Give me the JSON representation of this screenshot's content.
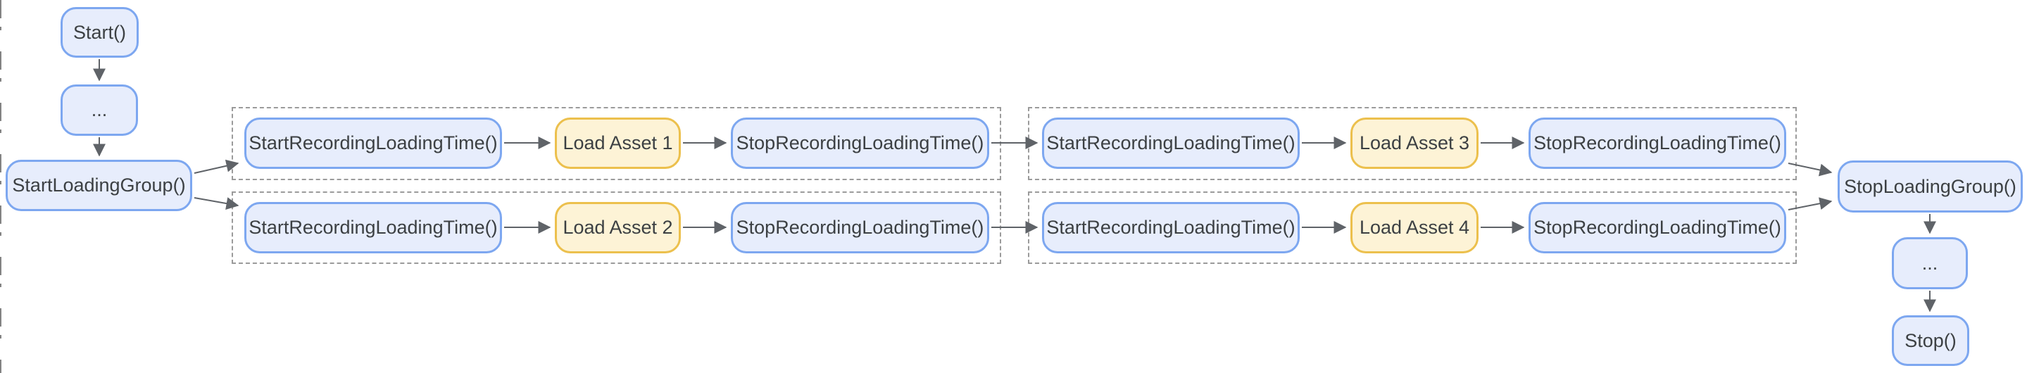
{
  "diagram_type": "asset-loading-flowchart",
  "colors": {
    "node_fill": "#e7edfc",
    "node_border": "#7da7f0",
    "asset_fill": "#fdf3d6",
    "asset_border": "#ecc04d",
    "group_border": "#9b9b9b",
    "arrow": "#5f6368",
    "text": "#3c4043"
  },
  "nodes": {
    "start": {
      "label": "Start()"
    },
    "ellipsis_top": {
      "label": "..."
    },
    "start_loading_group": {
      "label": "StartLoadingGroup()"
    },
    "g1r1_start": {
      "label": "StartRecordingLoadingTime()"
    },
    "g1r1_load": {
      "label": "Load Asset 1"
    },
    "g1r1_stop": {
      "label": "StopRecordingLoadingTime()"
    },
    "g1r2_start": {
      "label": "StartRecordingLoadingTime()"
    },
    "g1r2_load": {
      "label": "Load Asset 2"
    },
    "g1r2_stop": {
      "label": "StopRecordingLoadingTime()"
    },
    "g2r1_start": {
      "label": "StartRecordingLoadingTime()"
    },
    "g2r1_load": {
      "label": "Load Asset 3"
    },
    "g2r1_stop": {
      "label": "StopRecordingLoadingTime()"
    },
    "g2r2_start": {
      "label": "StartRecordingLoadingTime()"
    },
    "g2r2_load": {
      "label": "Load Asset 4"
    },
    "g2r2_stop": {
      "label": "StopRecordingLoadingTime()"
    },
    "stop_loading_group": {
      "label": "StopLoadingGroup()"
    },
    "ellipsis_bottom": {
      "label": "..."
    },
    "stop": {
      "label": "Stop()"
    }
  },
  "edges": [
    "Start() -> ...",
    "... -> StartLoadingGroup()",
    "StartLoadingGroup() -> StartRecordingLoadingTime() [row1]",
    "StartLoadingGroup() -> StartRecordingLoadingTime() [row2]",
    "StartRecordingLoadingTime() -> Load Asset 1",
    "Load Asset 1 -> StopRecordingLoadingTime()",
    "StartRecordingLoadingTime() -> Load Asset 2",
    "Load Asset 2 -> StopRecordingLoadingTime()",
    "StopRecordingLoadingTime() [g1r1] -> StartRecordingLoadingTime() [g2r1]",
    "StopRecordingLoadingTime() [g1r2] -> StartRecordingLoadingTime() [g2r2]",
    "StartRecordingLoadingTime() -> Load Asset 3",
    "Load Asset 3 -> StopRecordingLoadingTime()",
    "StartRecordingLoadingTime() -> Load Asset 4",
    "Load Asset 4 -> StopRecordingLoadingTime()",
    "StopRecordingLoadingTime() [g2r1] -> StopLoadingGroup()",
    "StopRecordingLoadingTime() [g2r2] -> StopLoadingGroup()",
    "StopLoadingGroup() -> ...",
    "... -> Stop()"
  ]
}
